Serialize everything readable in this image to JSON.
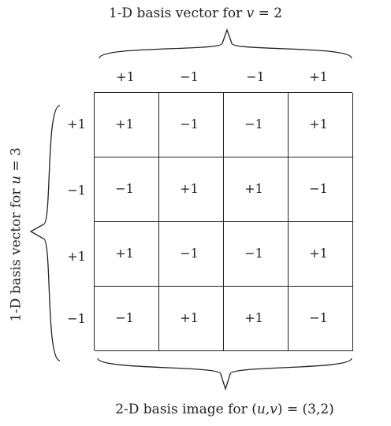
{
  "top_caption": {
    "prefix": "1-D basis vector for ",
    "var": "v",
    "suffix": " = 2"
  },
  "left_caption": {
    "prefix": "1-D basis vector for ",
    "var": "u",
    "suffix": " = 3"
  },
  "bottom_caption": {
    "prefix": "2-D basis image for (",
    "var": "u,v",
    "suffix": ") = (3,2)"
  },
  "column_vector": [
    "+1",
    "−1",
    "−1",
    "+1"
  ],
  "row_vector": [
    "+1",
    "−1",
    "+1",
    "−1"
  ],
  "matrix": [
    [
      "+1",
      "−1",
      "−1",
      "+1"
    ],
    [
      "−1",
      "+1",
      "+1",
      "−1"
    ],
    [
      "+1",
      "−1",
      "−1",
      "+1"
    ],
    [
      "−1",
      "+1",
      "+1",
      "−1"
    ]
  ]
}
